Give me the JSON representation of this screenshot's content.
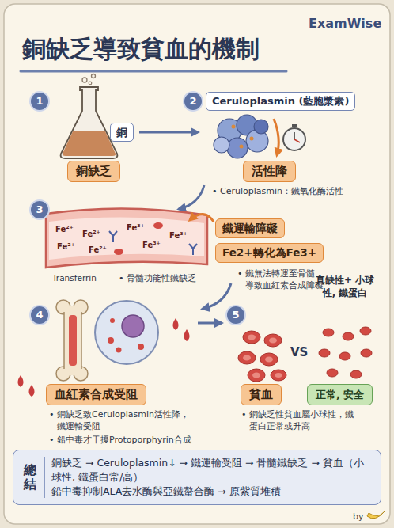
{
  "diagram": {
    "title": "銅缺乏導致貧血的機制",
    "nodes": [
      {
        "text": [
          "1"
        ]
      },
      {
        "text": [
          "銅"
        ]
      },
      {
        "text": [
          "銅缺乏"
        ]
      },
      {
        "text": [
          "2"
        ]
      },
      {
        "text": [
          "Ceruloplasmin (藍胞漿素)"
        ]
      },
      {
        "text": [
          "活性降"
        ]
      },
      {
        "text": [
          "3"
        ]
      },
      {
        "text": [
          "鐵運輸障礙"
        ]
      },
      {
        "text": [
          "Fe2+轉化為Fe3+"
        ]
      },
      {
        "text": [
          "4"
        ]
      },
      {
        "text": [
          "血紅素合成受阻"
        ]
      },
      {
        "text": [
          "5"
        ]
      },
      {
        "text": [
          "貧血"
        ]
      },
      {
        "text": [
          "正常, 安全"
        ]
      },
      {
        "text": [
          "總結",
          "銅缺乏 → Ceruloplasmin↓ → 鐵運輸受阻 → 骨髓鐵缺乏 → 貧血（小球性, 鐵蛋白常/高）",
          "鉛中毒抑制ALA去水酶與亞鐵螯合酶 → 原紫質堆積"
        ]
      }
    ],
    "labels": [
      "ExamWise",
      "• Ceruloplasmin：鐵氧化酶活性",
      "Fe²⁺",
      "Fe²⁺",
      "Fe²⁺",
      "Fe²⁺",
      "Fe³⁺",
      "Fe³⁺",
      "Fe³⁺",
      "Transferrin",
      "• 骨髓功能性鐵缺乏",
      "• 鐵無法轉運至骨髓，導致血紅素合成障礙",
      "真缺性+ 小球性, 鐵蛋白",
      "VS",
      "• 銅缺乏致Ceruloplasmin活性降，鐵運輸受阻",
      "• 鉛中毒才干擾Protoporphyrin合成",
      "• 銅缺乏性貧血屬小球性，鐵蛋白正常或升高",
      "by"
    ]
  }
}
